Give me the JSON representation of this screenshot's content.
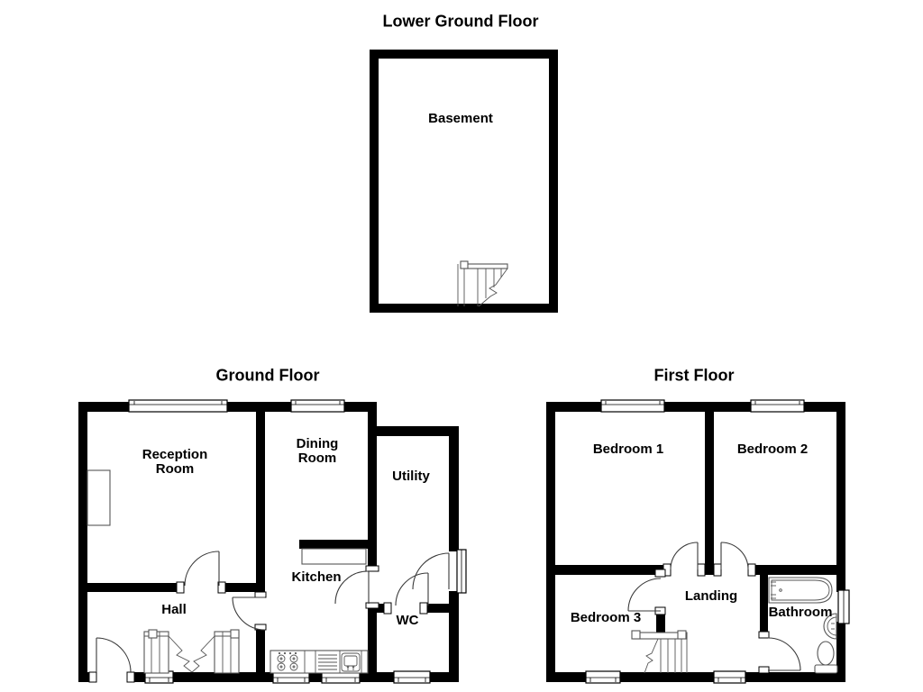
{
  "document": {
    "type": "property-floorplan",
    "background_color": "#ffffff",
    "wall_color": "#000000",
    "line_color": "#555555",
    "text_color": "#000000"
  },
  "floors": {
    "lower_ground": {
      "title": "Lower Ground Floor",
      "rooms": {
        "basement": "Basement"
      }
    },
    "ground": {
      "title": "Ground Floor",
      "rooms": {
        "reception": "Reception\nRoom",
        "dining": "Dining\nRoom",
        "utility": "Utility",
        "kitchen": "Kitchen",
        "hall": "Hall",
        "wc": "WC"
      }
    },
    "first": {
      "title": "First Floor",
      "rooms": {
        "bedroom1": "Bedroom 1",
        "bedroom2": "Bedroom 2",
        "bedroom3": "Bedroom 3",
        "landing": "Landing",
        "bathroom": "Bathroom"
      }
    }
  }
}
